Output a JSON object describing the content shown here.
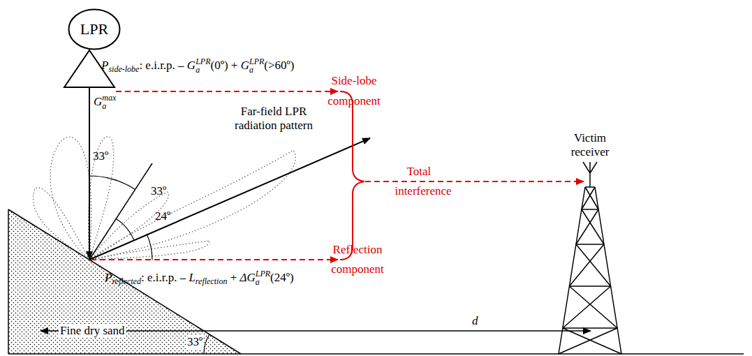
{
  "diagram": {
    "nodes": [
      {
        "text": [
          "LPR"
        ]
      }
    ],
    "labels": [
      "G",
      "a",
      "max",
      "P",
      "side-lobe",
      ": e.i.r.p. – ",
      "G",
      "a",
      "LPR",
      "(0º) + ",
      "G",
      "a",
      "LPR",
      "(>60º)",
      "Side-lobe",
      "component",
      "Victim receiver",
      "33º",
      "33º",
      "Far-field LPR radiation pattern",
      "24º",
      "Total",
      "interference",
      "Reflection",
      "component",
      "P",
      "reflected",
      ": e.i.r.p. – ",
      "L",
      "reflection",
      " + ",
      "ΔG",
      "a",
      "LPR",
      "(24º)",
      "Fine dry sand",
      "d",
      "33º"
    ]
  }
}
